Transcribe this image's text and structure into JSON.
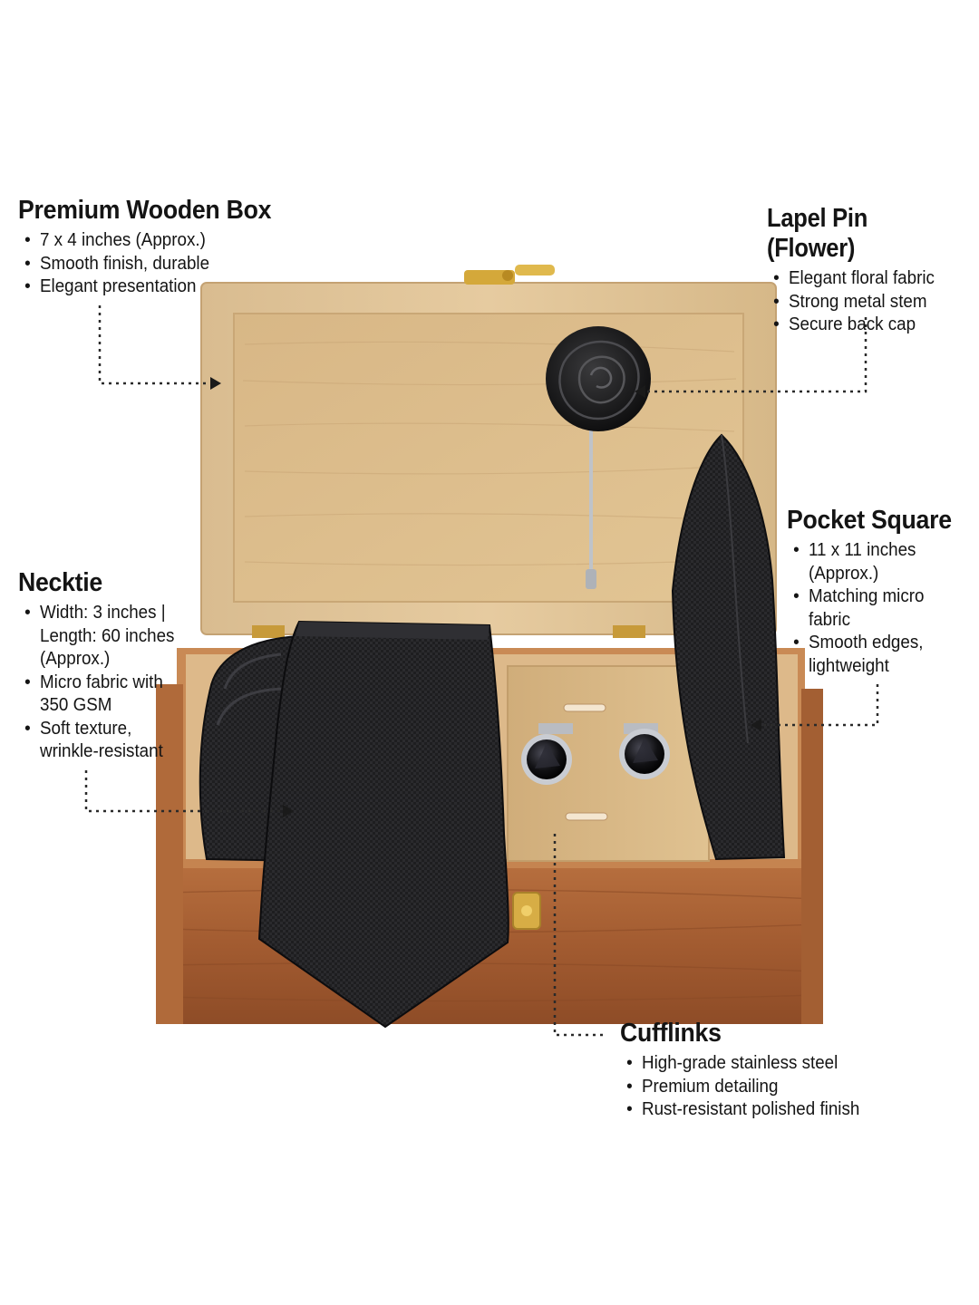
{
  "image": {
    "subject": "necktie-gift-set-in-wooden-box",
    "colors": {
      "background": "#ffffff",
      "box_outer": "#a8643a",
      "box_inner": "#e3c79c",
      "tie": "#1c1c1e",
      "accent_gold": "#d4a83a"
    }
  },
  "callouts": {
    "wooden_box": {
      "title": "Premium Wooden Box",
      "bullets": [
        "7 x 4 inches (Approx.)",
        "Smooth finish, durable",
        "Elegant presentation"
      ]
    },
    "lapel_pin": {
      "title": "Lapel Pin (Flower)",
      "bullets": [
        "Elegant floral fabric",
        "Strong metal stem",
        "Secure back cap"
      ]
    },
    "necktie": {
      "title": "Necktie",
      "bullets": [
        "Width: 3 inches |",
        "Length: 60 inches",
        "(Approx.)",
        "Micro fabric with",
        "350 GSM",
        "Soft texture,",
        "wrinkle-resistant"
      ]
    },
    "pocket_square": {
      "title": "Pocket Square",
      "bullets": [
        "11 x 11 inches",
        "(Approx.)",
        "Matching micro",
        "fabric",
        "Smooth edges,",
        "lightweight"
      ]
    },
    "cufflinks": {
      "title": "Cufflinks",
      "bullets": [
        "High-grade stainless steel",
        "Premium detailing",
        "Rust-resistant polished finish"
      ]
    }
  }
}
